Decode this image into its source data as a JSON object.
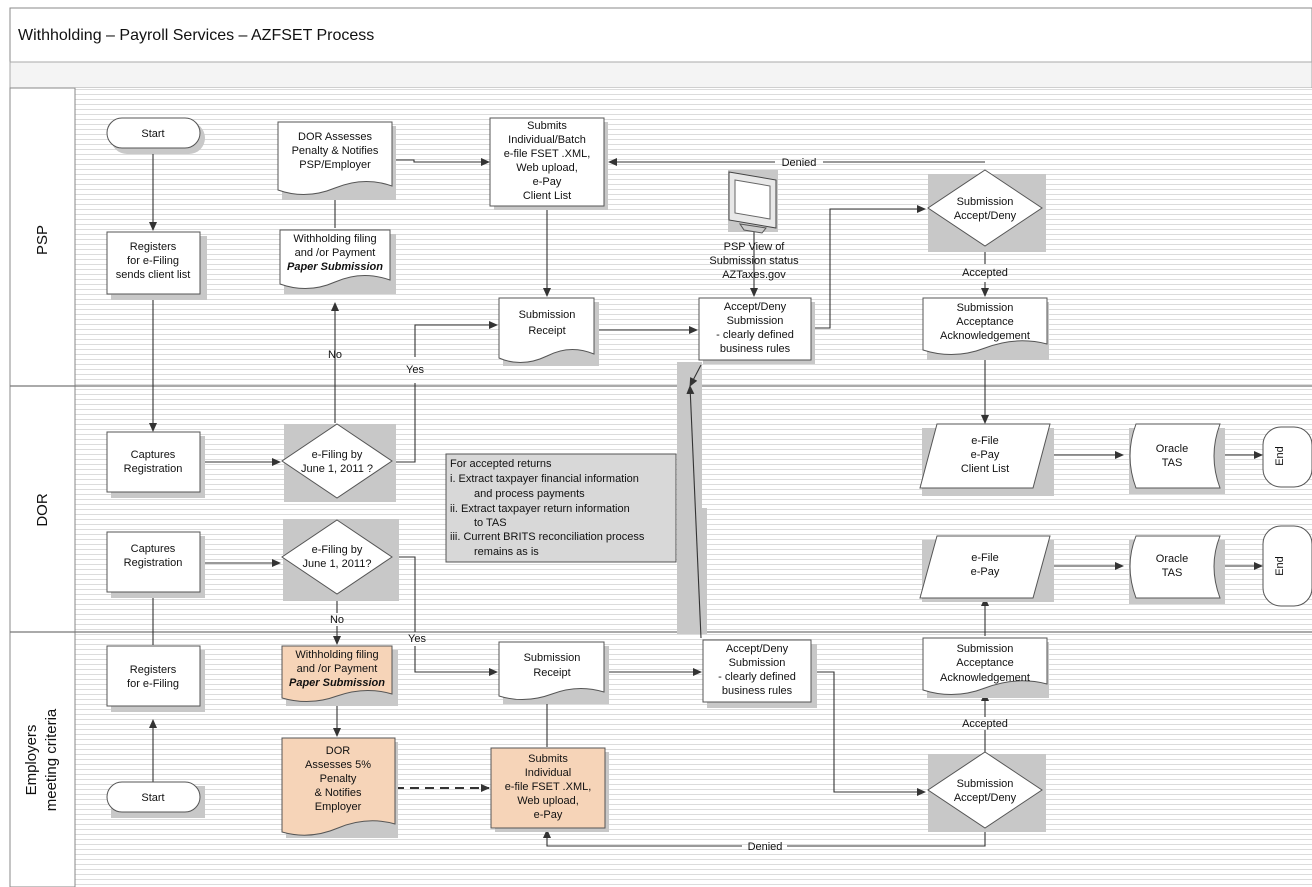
{
  "title": "Withholding – Payroll Services – AZFSET Process",
  "lanes": {
    "psp": "PSP",
    "dor": "DOR",
    "emp_1": "Employers",
    "emp_2": "meeting criteria"
  },
  "nodes": {
    "start_psp": "Start",
    "start_emp": "Start",
    "psp_registers": [
      "Registers",
      "for e-Filing",
      "sends client list"
    ],
    "psp_dor_assess": [
      "DOR Assesses",
      "Penalty & Notifies",
      "PSP/Employer"
    ],
    "psp_paper": [
      "Withholding filing",
      "and /or Payment",
      "Paper Submission"
    ],
    "psp_submits": [
      "Submits",
      "Individual/Batch",
      "e-file FSET .XML,",
      "Web upload,",
      "e-Pay",
      "Client List"
    ],
    "psp_receipt": [
      "Submission",
      "Receipt"
    ],
    "psp_view": [
      "PSP View of",
      "Submission status",
      "AZTaxes.gov"
    ],
    "psp_acceptdeny": [
      "Accept/Deny",
      "Submission",
      "- clearly defined",
      "business rules"
    ],
    "psp_decision": [
      "Submission",
      "Accept/Deny"
    ],
    "psp_ack": [
      "Submission",
      "Acceptance",
      "Acknowledgement"
    ],
    "dor_capture1": [
      "Captures",
      "Registration"
    ],
    "dor_efiling1": [
      "e-Filing by",
      "June 1, 2011 ?"
    ],
    "dor_capture2": [
      "Captures",
      "Registration"
    ],
    "dor_efiling2": [
      "e-Filing by",
      "June 1, 2011?"
    ],
    "dor_note": [
      "For accepted returns",
      "i. Extract taxpayer financial information",
      "and process payments",
      "ii. Extract taxpayer return information",
      "to TAS",
      "iii. Current BRITS reconciliation process",
      "remains as is"
    ],
    "dor_efile1": [
      "e-File",
      "e-Pay",
      "Client List"
    ],
    "dor_efile2": [
      "e-File",
      "e-Pay"
    ],
    "dor_oracle1": [
      "Oracle",
      "TAS"
    ],
    "dor_oracle2": [
      "Oracle",
      "TAS"
    ],
    "end1": "End",
    "end2": "End",
    "emp_registers": [
      "Registers",
      "for e-Filing"
    ],
    "emp_paper": [
      "Withholding filing",
      "and /or Payment",
      "Paper Submission"
    ],
    "emp_dor_assess": [
      "DOR",
      "Assesses 5%",
      "Penalty",
      "& Notifies",
      "Employer"
    ],
    "emp_submits": [
      "Submits",
      "Individual",
      "e-file FSET .XML,",
      "Web upload,",
      "e-Pay"
    ],
    "emp_receipt": [
      "Submission",
      "Receipt"
    ],
    "emp_acceptdeny": [
      "Accept/Deny",
      "Submission",
      "- clearly defined",
      "business rules"
    ],
    "emp_ack": [
      "Submission",
      "Acceptance",
      "Acknowledgement"
    ],
    "emp_decision": [
      "Submission",
      "Accept/Deny"
    ]
  },
  "edges": {
    "denied_top": "Denied",
    "accepted_top": "Accepted",
    "no_top": "No",
    "yes_top": "Yes",
    "no_bottom": "No",
    "yes_bottom": "Yes",
    "accepted_bottom": "Accepted",
    "denied_bottom": "Denied"
  }
}
